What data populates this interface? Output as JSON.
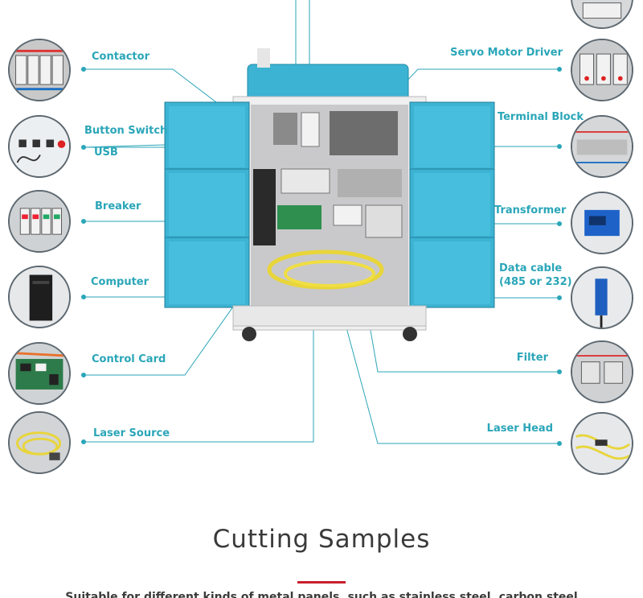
{
  "components_left": [
    {
      "id": "contactor",
      "label": "Contactor"
    },
    {
      "id": "button-switch",
      "label": "Button Switch"
    },
    {
      "id": "usb",
      "label": "USB"
    },
    {
      "id": "breaker",
      "label": "Breaker"
    },
    {
      "id": "computer",
      "label": "Computer"
    },
    {
      "id": "control-card",
      "label": "Control Card"
    },
    {
      "id": "laser-source",
      "label": "Laser Source"
    }
  ],
  "components_right": [
    {
      "id": "servo-motor-driver",
      "label": "Servo Motor Driver"
    },
    {
      "id": "terminal-block",
      "label": "Terminal Block"
    },
    {
      "id": "transformer",
      "label": "Transformer"
    },
    {
      "id": "data-cable",
      "label": "Data cable\n(485 or 232)"
    },
    {
      "id": "filter",
      "label": "Filter"
    },
    {
      "id": "laser-head",
      "label": "Laser Head"
    }
  ],
  "section": {
    "title": "Cutting Samples",
    "subtitle": "Suitable for different kinds of metal panels, such as stainless steel, carbon steel"
  },
  "colors": {
    "accent": "#2aa6b8",
    "cabinet": "#3cb3d3",
    "rule": "#c8202c",
    "title_text": "#3a3a3a",
    "leader_line": "#2aa6b8"
  }
}
